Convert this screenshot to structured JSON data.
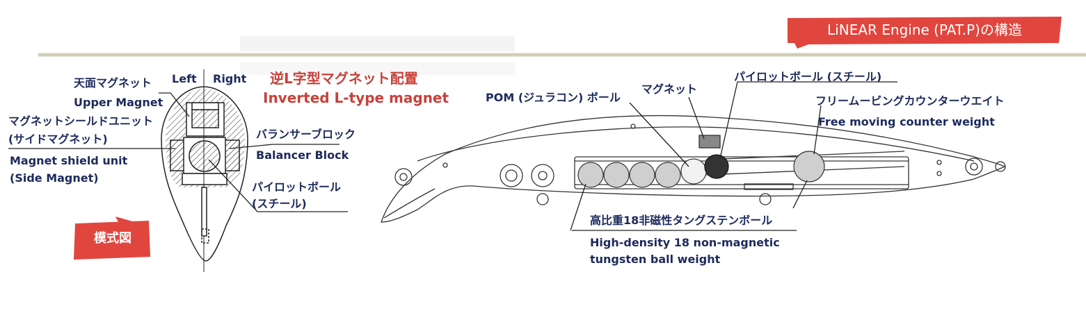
{
  "title": "LiNEAR Engine (PAT.P)の構造",
  "badge": "模式図",
  "colors": {
    "accent": "#e0463e",
    "navy": "#1c2a5c",
    "rule": "#d2cdb8",
    "label_red": "#c8413a"
  },
  "cross_section": {
    "left": "Left",
    "right": "Right",
    "upper_magnet_jp": "天面マグネット",
    "upper_magnet_en": "Upper Magnet",
    "shield_jp_1": "マグネットシールドユニット",
    "shield_jp_2": "(サイドマグネット)",
    "shield_en_1": "Magnet shield unit",
    "shield_en_2": "(Side Magnet)",
    "balancer_jp": "バランサーブロック",
    "balancer_en": "Balancer Block",
    "pilot_jp_1": "パイロットボール",
    "pilot_jp_2": "(スチール)",
    "center_jp": "逆L字型マグネット配置",
    "center_en": "Inverted L-type magnet"
  },
  "side_view": {
    "pom": "POM (ジュラコン) ボール",
    "magnet": "マグネット",
    "pilot": "パイロットボール (スチール)",
    "counter_jp": "フリームービングカウンターウエイト",
    "counter_en": "Free moving counter weight",
    "tungsten_jp": "高比重18非磁性タングステンボール",
    "tungsten_en_1": "High-density 18 non-magnetic",
    "tungsten_en_2": "tungsten ball weight"
  }
}
